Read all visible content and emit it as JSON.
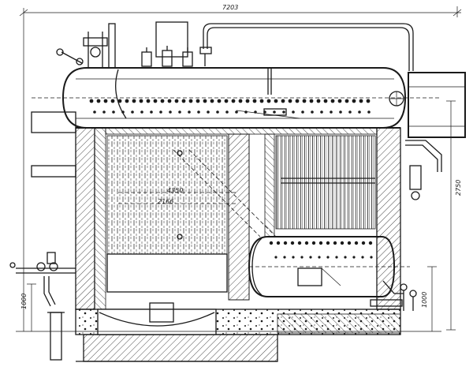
{
  "dimensions": {
    "overall_width": "7203",
    "right_height": "2750",
    "left_floor_height": "1000",
    "right_floor_height": "1000",
    "inner_a": "4350",
    "inner_b": "2166"
  }
}
